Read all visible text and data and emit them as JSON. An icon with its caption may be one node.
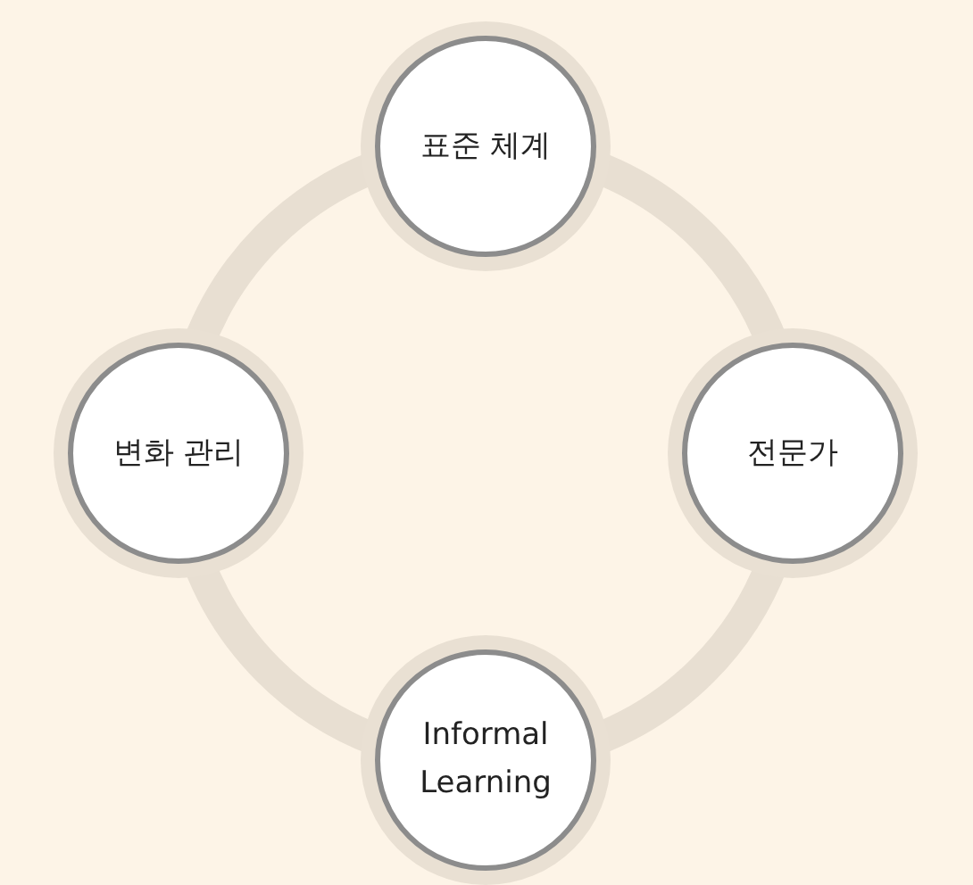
{
  "diagram": {
    "nodes": [
      {
        "text": [
          "표준 체계"
        ]
      },
      {
        "text": [
          "변화 관리"
        ]
      },
      {
        "text": [
          "전문가"
        ]
      },
      {
        "text": [
          "Informal Learning"
        ]
      }
    ],
    "edges": [
      {
        "from": 0,
        "to": 2,
        "arrow": "none"
      },
      {
        "from": 2,
        "to": 3,
        "arrow": "none"
      },
      {
        "from": 3,
        "to": 1,
        "arrow": "none"
      },
      {
        "from": 1,
        "to": 0,
        "arrow": "none"
      }
    ]
  }
}
